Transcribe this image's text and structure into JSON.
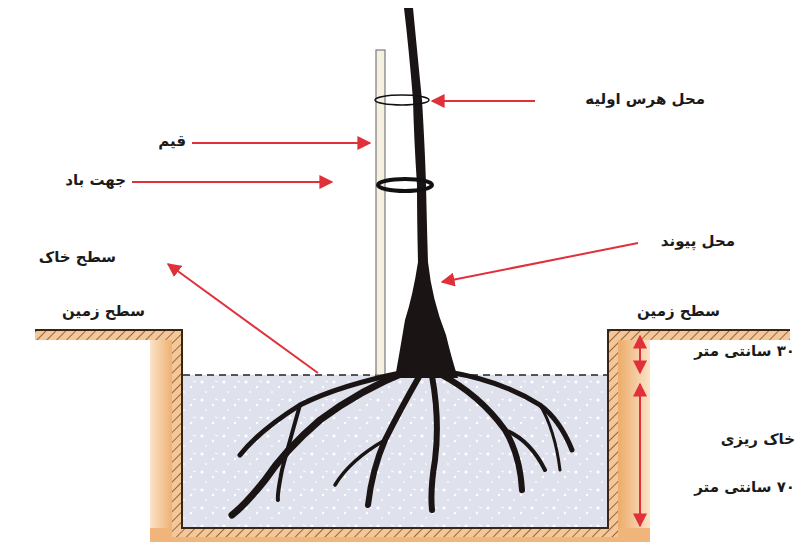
{
  "diagram": {
    "labels": [
      "محل هرس اولیه",
      "قیم",
      "جهت باد",
      "محل پیوند",
      "سطح خاک",
      "سطح زمین",
      "سطح زمین",
      "۳۰ سانتی متر",
      "خاک ریزی",
      "۷۰ سانتی متر"
    ]
  }
}
